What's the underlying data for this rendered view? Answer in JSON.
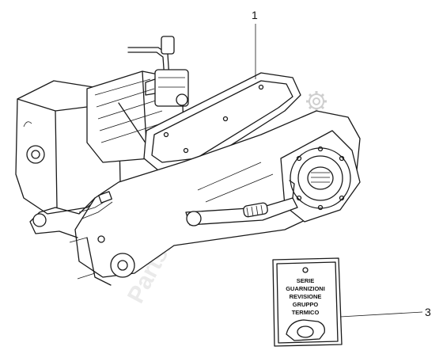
{
  "callouts": {
    "engine_assembly": "1",
    "gasket_kit": "3"
  },
  "gasket_label": {
    "line1": "SERIE",
    "line2": "GUARNIZIONI",
    "line3": "REVISIONE",
    "line4": "GRUPPO",
    "line5": "TERMICO"
  },
  "watermark": "PartsRepublik",
  "icons": {
    "watermark_icon": "gear-icon"
  },
  "colors": {
    "line": "#1a1a1a",
    "background": "#ffffff",
    "watermark": "#d9d9d9"
  }
}
